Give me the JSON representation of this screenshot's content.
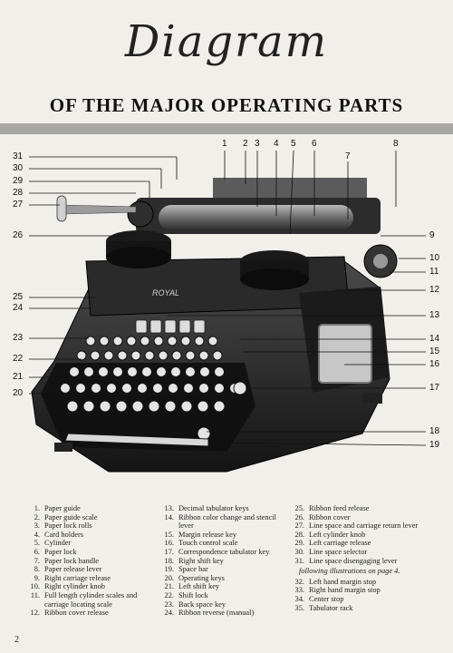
{
  "header": {
    "title": "Diagram",
    "subtitle": "OF THE MAJOR OPERATING PARTS"
  },
  "diagram": {
    "brand_label": "ROYAL",
    "callouts_left": [
      "31",
      "30",
      "29",
      "28",
      "27",
      "26",
      "25",
      "24",
      "23",
      "22",
      "21",
      "20"
    ],
    "callouts_top": [
      "1",
      "2",
      "3",
      "4",
      "5",
      "6",
      "8"
    ],
    "callout_7": "7",
    "callouts_right": [
      "9",
      "10",
      "11",
      "12",
      "13",
      "14",
      "15",
      "16",
      "17",
      "18",
      "19"
    ]
  },
  "legend": {
    "col1": [
      {
        "n": "1.",
        "t": "Paper guide"
      },
      {
        "n": "2.",
        "t": "Paper guide scale"
      },
      {
        "n": "3.",
        "t": "Paper lock rolls"
      },
      {
        "n": "4.",
        "t": "Card holders"
      },
      {
        "n": "5.",
        "t": "Cylinder"
      },
      {
        "n": "6.",
        "t": "Paper lock"
      },
      {
        "n": "7.",
        "t": "Paper lock handle"
      },
      {
        "n": "8.",
        "t": "Paper release lever"
      },
      {
        "n": "9.",
        "t": "Right carriage release"
      },
      {
        "n": "10.",
        "t": "Right cylinder knob"
      },
      {
        "n": "11.",
        "t": "Full length cylinder scales and carriage locating scale"
      },
      {
        "n": "12.",
        "t": "Ribbon cover release"
      }
    ],
    "col2": [
      {
        "n": "13.",
        "t": "Decimal tabulator keys"
      },
      {
        "n": "14.",
        "t": "Ribbon color change and stencil lever"
      },
      {
        "n": "15.",
        "t": "Margin release key"
      },
      {
        "n": "16.",
        "t": "Touch control scale"
      },
      {
        "n": "17.",
        "t": "Correspondence tabulator key"
      },
      {
        "n": "18.",
        "t": "Right shift key"
      },
      {
        "n": "19.",
        "t": "Space bar"
      },
      {
        "n": "20.",
        "t": "Operating keys"
      },
      {
        "n": "21.",
        "t": "Left shift key"
      },
      {
        "n": "22.",
        "t": "Shift lock"
      },
      {
        "n": "23.",
        "t": "Back space key"
      },
      {
        "n": "24.",
        "t": "Ribbon reverse (manual)"
      }
    ],
    "col3": [
      {
        "n": "25.",
        "t": "Ribbon feed release"
      },
      {
        "n": "26.",
        "t": "Ribbon cover"
      },
      {
        "n": "27.",
        "t": "Line space and carriage return lever"
      },
      {
        "n": "28.",
        "t": "Left cylinder knob"
      },
      {
        "n": "29.",
        "t": "Left carriage release"
      },
      {
        "n": "30.",
        "t": "Line space selector"
      },
      {
        "n": "31.",
        "t": "Line space disengaging lever"
      }
    ],
    "note": "following illustrations on page 4.",
    "col3b": [
      {
        "n": "32.",
        "t": "Left hand margin stop"
      },
      {
        "n": "33.",
        "t": "Right hand margin stop"
      },
      {
        "n": "34.",
        "t": "Center stop"
      },
      {
        "n": "35.",
        "t": "Tabulator rack"
      }
    ]
  },
  "footer": {
    "page_number": "2"
  }
}
